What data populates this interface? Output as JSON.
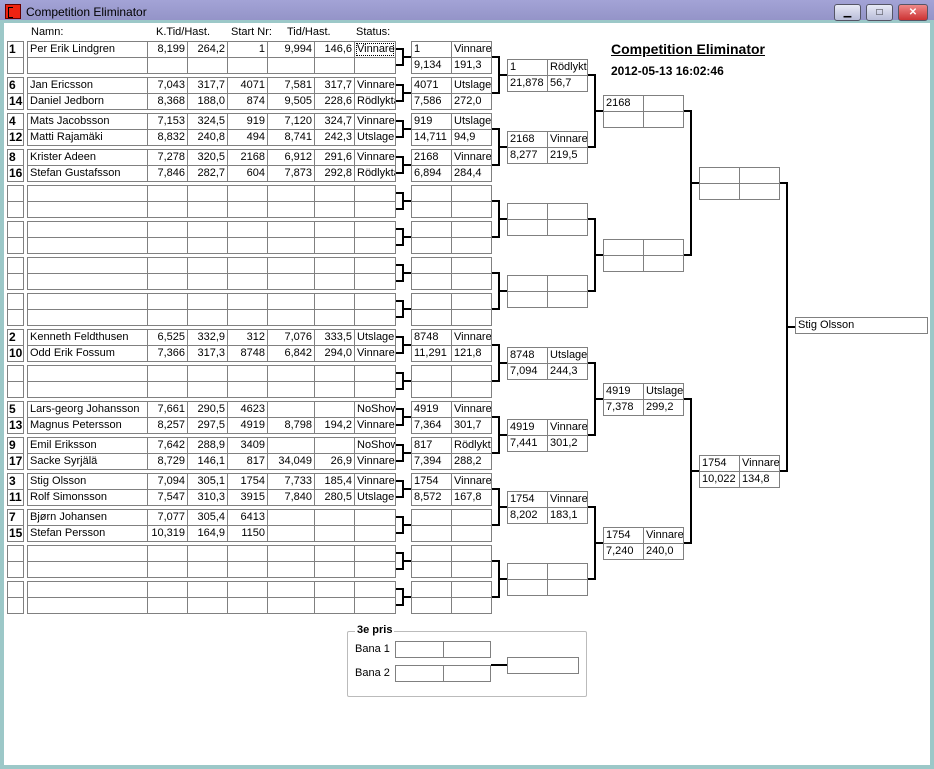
{
  "window": {
    "title": "Competition Eliminator",
    "minimize": "▁",
    "maximize": "□",
    "close": "✕"
  },
  "header": {
    "title": "Competition Eliminator",
    "timestamp": "2012-05-13 16:02:46"
  },
  "table": {
    "headers": {
      "name": "Namn:",
      "ktid": "K.Tid/Hast.",
      "start": "Start Nr:",
      "tid": "Tid/Hast.",
      "status": "Status:"
    },
    "groups": [
      {
        "seeds": [
          "1",
          ""
        ],
        "rows": [
          [
            "Per Erik  Lindgren",
            "8,199",
            "264,2",
            "1",
            "9,994",
            "146,6",
            "Vinnare"
          ],
          [
            "",
            "",
            "",
            "",
            "",
            "",
            ""
          ]
        ]
      },
      {
        "seeds": [
          "6",
          "14"
        ],
        "rows": [
          [
            "Jan Ericsson",
            "7,043",
            "317,7",
            "4071",
            "7,581",
            "317,7",
            "Vinnare"
          ],
          [
            "Daniel Jedborn",
            "8,368",
            "188,0",
            "874",
            "9,505",
            "228,6",
            "Rödlykta"
          ]
        ]
      },
      {
        "seeds": [
          "4",
          "12"
        ],
        "rows": [
          [
            "Mats Jacobsson",
            "7,153",
            "324,5",
            "919",
            "7,120",
            "324,7",
            "Vinnare"
          ],
          [
            "Matti Rajamäki",
            "8,832",
            "240,8",
            "494",
            "8,741",
            "242,3",
            "Utslagen"
          ]
        ]
      },
      {
        "seeds": [
          "8",
          "16"
        ],
        "rows": [
          [
            "Krister Adeen",
            "7,278",
            "320,5",
            "2168",
            "6,912",
            "291,6",
            "Vinnare"
          ],
          [
            "Stefan Gustafsson",
            "7,846",
            "282,7",
            "604",
            "7,873",
            "292,8",
            "Rödlykta"
          ]
        ]
      },
      {
        "seeds": [
          "",
          ""
        ],
        "rows": [
          [
            "",
            "",
            "",
            "",
            "",
            "",
            ""
          ],
          [
            "",
            "",
            "",
            "",
            "",
            "",
            ""
          ]
        ]
      },
      {
        "seeds": [
          "",
          ""
        ],
        "rows": [
          [
            "",
            "",
            "",
            "",
            "",
            "",
            ""
          ],
          [
            "",
            "",
            "",
            "",
            "",
            "",
            ""
          ]
        ]
      },
      {
        "seeds": [
          "",
          ""
        ],
        "rows": [
          [
            "",
            "",
            "",
            "",
            "",
            "",
            ""
          ],
          [
            "",
            "",
            "",
            "",
            "",
            "",
            ""
          ]
        ]
      },
      {
        "seeds": [
          "",
          ""
        ],
        "rows": [
          [
            "",
            "",
            "",
            "",
            "",
            "",
            ""
          ],
          [
            "",
            "",
            "",
            "",
            "",
            "",
            ""
          ]
        ]
      },
      {
        "seeds": [
          "2",
          "10"
        ],
        "rows": [
          [
            "Kenneth Feldthusen",
            "6,525",
            "332,9",
            "312",
            "7,076",
            "333,5",
            "Utslagen"
          ],
          [
            "Odd Erik Fossum",
            "7,366",
            "317,3",
            "8748",
            "6,842",
            "294,0",
            "Vinnare"
          ]
        ]
      },
      {
        "seeds": [
          "",
          ""
        ],
        "rows": [
          [
            "",
            "",
            "",
            "",
            "",
            "",
            ""
          ],
          [
            "",
            "",
            "",
            "",
            "",
            "",
            ""
          ]
        ]
      },
      {
        "seeds": [
          "5",
          "13"
        ],
        "rows": [
          [
            "Lars-georg Johansson",
            "7,661",
            "290,5",
            "4623",
            "",
            "",
            "NoShow"
          ],
          [
            "Magnus Petersson",
            "8,257",
            "297,5",
            "4919",
            "8,798",
            "194,2",
            "Vinnare"
          ]
        ]
      },
      {
        "seeds": [
          "9",
          "17"
        ],
        "rows": [
          [
            "Emil Eriksson",
            "7,642",
            "288,9",
            "3409",
            "",
            "",
            "NoShow"
          ],
          [
            "Sacke Syrjälä",
            "8,729",
            "146,1",
            "817",
            "34,049",
            "26,9",
            "Vinnare"
          ]
        ]
      },
      {
        "seeds": [
          "3",
          "11"
        ],
        "rows": [
          [
            "Stig Olsson",
            "7,094",
            "305,1",
            "1754",
            "7,733",
            "185,4",
            "Vinnare"
          ],
          [
            "Rolf Simonsson",
            "7,547",
            "310,3",
            "3915",
            "7,840",
            "280,5",
            "Utslagen"
          ]
        ]
      },
      {
        "seeds": [
          "7",
          "15"
        ],
        "rows": [
          [
            "Bjørn Johansen",
            "7,077",
            "305,4",
            "6413",
            "",
            "",
            ""
          ],
          [
            "Stefan Persson",
            "10,319",
            "164,9",
            "1150",
            "",
            "",
            ""
          ]
        ]
      },
      {
        "seeds": [
          "",
          ""
        ],
        "rows": [
          [
            "",
            "",
            "",
            "",
            "",
            "",
            ""
          ],
          [
            "",
            "",
            "",
            "",
            "",
            "",
            ""
          ]
        ]
      },
      {
        "seeds": [
          "",
          ""
        ],
        "rows": [
          [
            "",
            "",
            "",
            "",
            "",
            "",
            ""
          ],
          [
            "",
            "",
            "",
            "",
            "",
            "",
            ""
          ]
        ]
      }
    ]
  },
  "rounds": [
    [
      [
        "1",
        "Vinnare",
        "9,134",
        "191,3"
      ],
      [
        "4071",
        "Utslagen",
        "7,586",
        "272,0"
      ],
      [
        "919",
        "Utslagen",
        "14,711",
        "94,9"
      ],
      [
        "2168",
        "Vinnare",
        "6,894",
        "284,4"
      ],
      [
        "",
        "",
        "",
        ""
      ],
      [
        "",
        "",
        "",
        ""
      ],
      [
        "",
        "",
        "",
        ""
      ],
      [
        "",
        "",
        "",
        ""
      ],
      [
        "8748",
        "Vinnare",
        "11,291",
        "121,8"
      ],
      [
        "",
        "",
        "",
        ""
      ],
      [
        "4919",
        "Vinnare",
        "7,364",
        "301,7"
      ],
      [
        "817",
        "Rödlykta",
        "7,394",
        "288,2"
      ],
      [
        "1754",
        "Vinnare",
        "8,572",
        "167,8"
      ],
      [
        "",
        "",
        "",
        ""
      ],
      [
        "",
        "",
        "",
        ""
      ],
      [
        "",
        "",
        "",
        ""
      ]
    ],
    [
      [
        "1",
        "Rödlykta",
        "21,878",
        "56,7"
      ],
      [
        "2168",
        "Vinnare",
        "8,277",
        "219,5"
      ],
      [
        "",
        "",
        "",
        ""
      ],
      [
        "",
        "",
        "",
        ""
      ],
      [
        "8748",
        "Utslagen",
        "7,094",
        "244,3"
      ],
      [
        "4919",
        "Vinnare",
        "7,441",
        "301,2"
      ],
      [
        "1754",
        "Vinnare",
        "8,202",
        "183,1"
      ],
      [
        "",
        "",
        "",
        ""
      ]
    ],
    [
      [
        "2168",
        "",
        "",
        ""
      ],
      [
        "",
        "",
        "",
        ""
      ],
      [
        "4919",
        "Utslagen",
        "7,378",
        "299,2"
      ],
      [
        "1754",
        "Vinnare",
        "7,240",
        "240,0"
      ]
    ],
    [
      [
        "",
        "",
        "",
        ""
      ],
      [
        "1754",
        "Vinnare",
        "10,022",
        "134,8"
      ]
    ]
  ],
  "winner": "Stig Olsson",
  "third_place": {
    "label": "3e pris",
    "lanes": [
      "Bana 1",
      "Bana 2"
    ],
    "lane_values": [
      [
        "",
        ""
      ],
      [
        "",
        ""
      ]
    ],
    "result": ""
  }
}
